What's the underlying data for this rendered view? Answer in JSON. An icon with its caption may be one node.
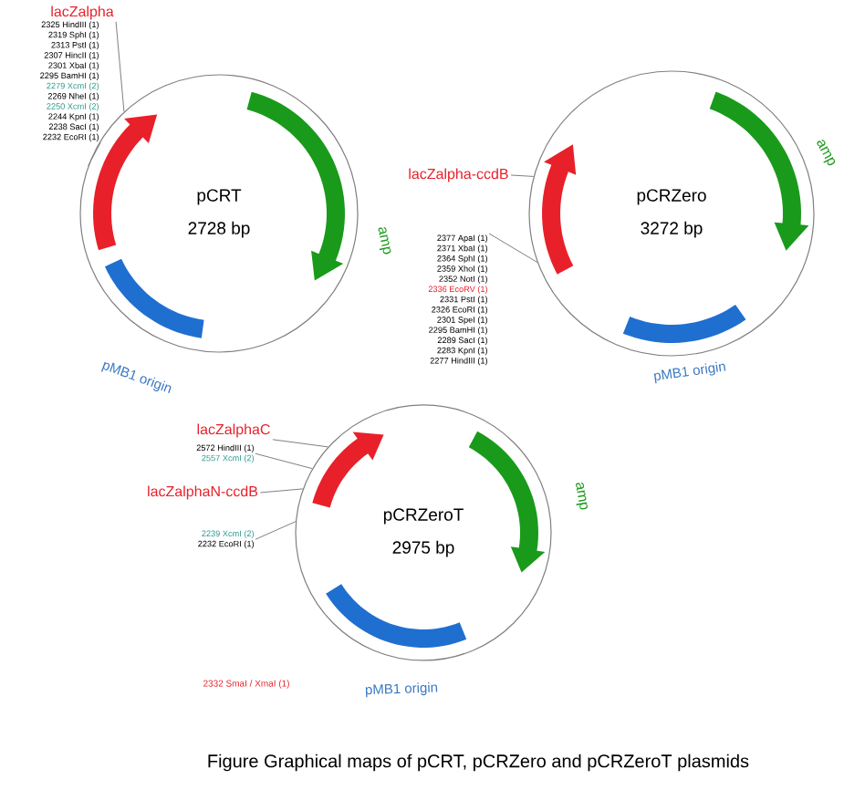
{
  "diagram": {
    "caption": "Figure   Graphical maps of pCRT, pCRZero and pCRZeroT plasmids",
    "nodes": [
      {
        "text": [
          "pCRT",
          "2728 bp"
        ]
      },
      {
        "text": [
          "pCRZero",
          "3272 bp"
        ]
      },
      {
        "text": [
          "pCRZeroT",
          "2975 bp"
        ]
      },
      {
        "text": [
          "lacZalpha"
        ]
      },
      {
        "text": [
          "2325 HindIII (1)",
          "2319 SphI (1)",
          "2313 PstI (1)",
          "2307 HincII (1)",
          "2301 XbaI (1)",
          "2295 BamHI (1)",
          "2279 XcmI (2)",
          "2269 NheI (1)",
          "2250 XcmI (2)",
          "2244 KpnI (1)",
          "2238 SacI (1)",
          "2232 EcoRI (1)"
        ]
      },
      {
        "text": [
          "lacZalpha-ccdB"
        ]
      },
      {
        "text": [
          "2377 ApaI (1)",
          "2371 XbaI (1)",
          "2364 SphI (1)",
          "2359 XhoI (1)",
          "2352 NotI (1)",
          "2336 EcoRV (1)",
          "2331 PstI (1)",
          "2326 EcoRI (1)",
          "2301 SpeI (1)",
          "2295 BamHI (1)",
          "2289 SacI (1)",
          "2283 KpnI (1)",
          "2277 HindIII (1)"
        ]
      },
      {
        "text": [
          "lacZalphaC"
        ]
      },
      {
        "text": [
          "2572 HindIII (1)",
          "2557 XcmI (2)"
        ]
      },
      {
        "text": [
          "lacZalphaN-ccdB"
        ]
      },
      {
        "text": [
          "2239 XcmI (2)",
          "2232 EcoRI (1)"
        ]
      }
    ],
    "edges": [
      {
        "from": 3,
        "to": 0,
        "arrow": "none"
      },
      {
        "from": 4,
        "to": 0,
        "arrow": "none"
      },
      {
        "from": 5,
        "to": 1,
        "arrow": "none"
      },
      {
        "from": 6,
        "to": 1,
        "arrow": "none"
      },
      {
        "from": 7,
        "to": 2,
        "arrow": "none"
      },
      {
        "from": 8,
        "to": 2,
        "arrow": "none"
      },
      {
        "from": 9,
        "to": 2,
        "arrow": "none"
      },
      {
        "from": 10,
        "to": 2,
        "arrow": "none"
      }
    ],
    "labels": [
      "amp",
      "pMB1 origin",
      "amp",
      "pMB1 origin",
      "amp",
      "pMB1 origin",
      "2332 SmaI / XmaI (1)"
    ]
  }
}
